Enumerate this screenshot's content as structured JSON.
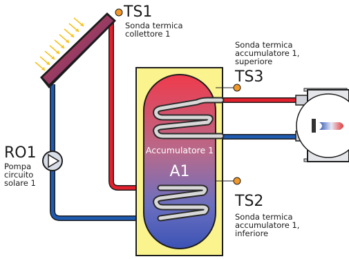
{
  "sensors": {
    "ts1": {
      "code": "TS1",
      "desc": [
        "Sonda termica",
        "collettore 1"
      ]
    },
    "ts3": {
      "code": "TS3",
      "desc": [
        "Sonda termica",
        "accumulatore 1,",
        "superiore"
      ]
    },
    "ts2": {
      "code": "TS2",
      "desc": [
        "Sonda termica",
        "accumulatore 1,",
        "inferiore"
      ]
    }
  },
  "pump": {
    "code": "RO1",
    "desc": [
      "Pompa",
      "circuito",
      "solare 1"
    ]
  },
  "tank": {
    "name": "Accumulatore 1",
    "code": "A1"
  },
  "colors": {
    "hot_pipe": "#e3202b",
    "cold_pipe": "#1f5bb0",
    "tank_box": "#fbf38e",
    "sensor": "#f0982a"
  }
}
